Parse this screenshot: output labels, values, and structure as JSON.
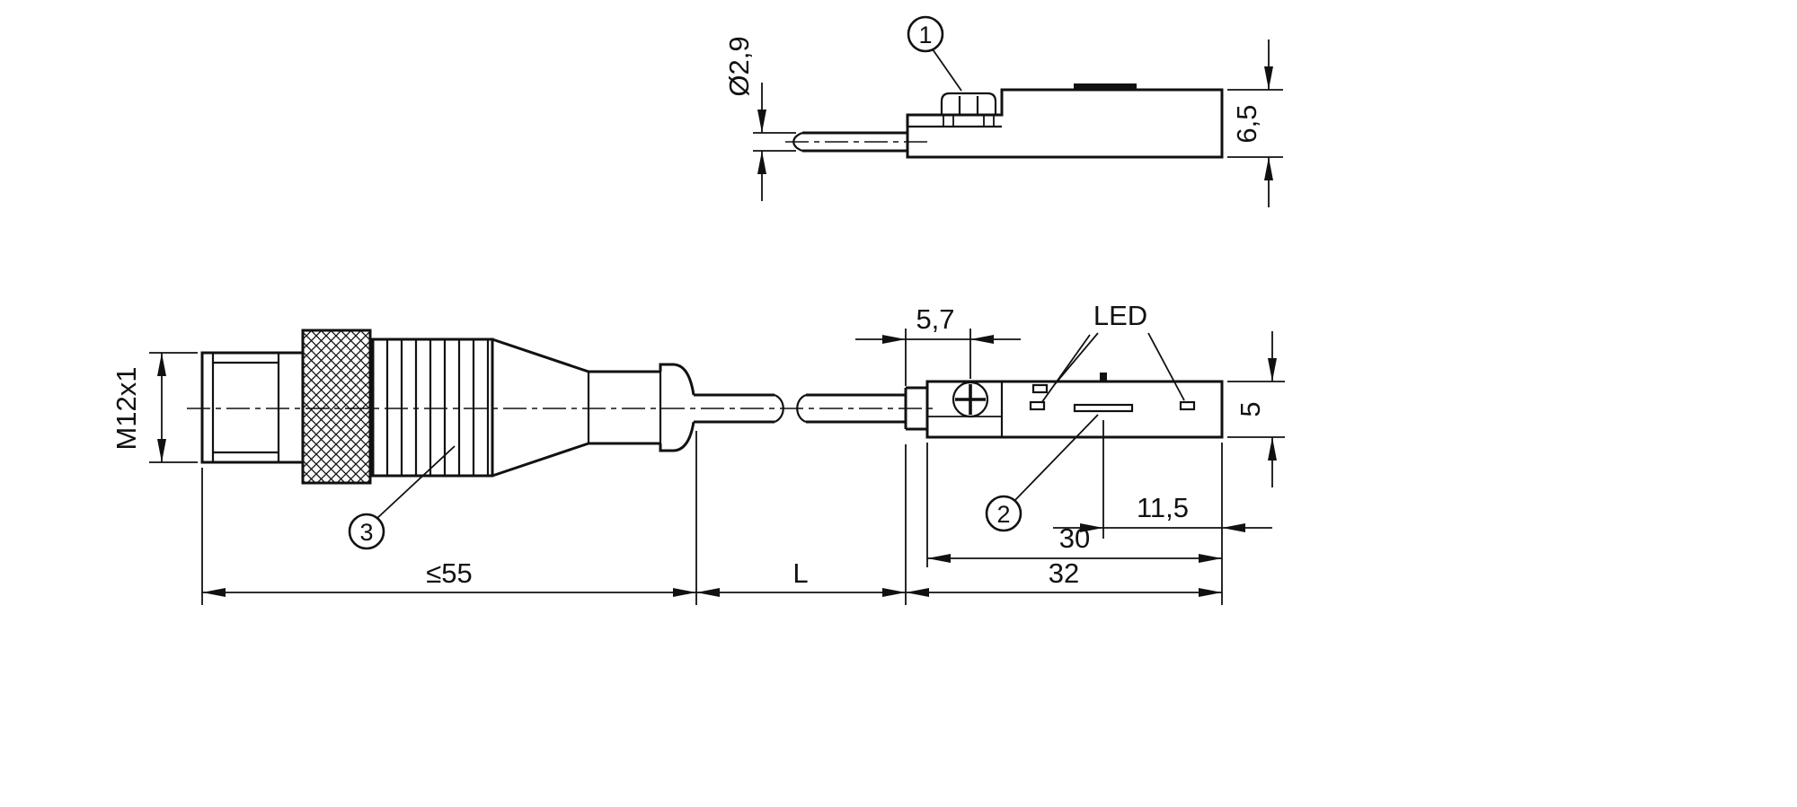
{
  "drawing": {
    "type": "technical-dimension-drawing",
    "views": {
      "top_view": "sensor side profile with mounting screw",
      "left_view": "M12 connector with cable",
      "right_view": "sensor body side view with LEDs"
    },
    "labels": {
      "callout_1": "1",
      "callout_2": "2",
      "callout_3": "3",
      "cable_diameter": "Ø2,9",
      "body_height_top": "6,5",
      "thread": "M12x1",
      "connector_length": "≤55",
      "cable_length": "L",
      "screw_offset": "5,7",
      "led": "LED",
      "body_height_side": "5",
      "slot_offset": "11,5",
      "length_30": "30",
      "length_32": "32"
    },
    "colors": {
      "line": "#111111",
      "background": "#ffffff"
    }
  }
}
